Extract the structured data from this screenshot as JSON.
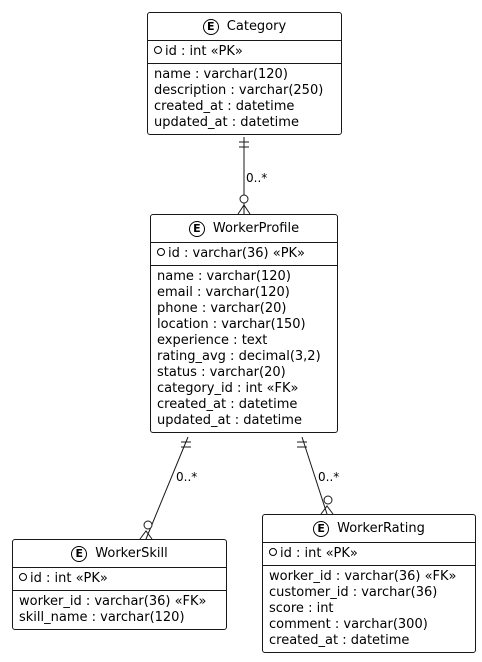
{
  "entities": {
    "category": {
      "badge": "E",
      "name": "Category",
      "pk": "id : int «PK»",
      "fields": [
        "name : varchar(120)",
        "description : varchar(250)",
        "created_at : datetime",
        "updated_at : datetime"
      ]
    },
    "workerprofile": {
      "badge": "E",
      "name": "WorkerProfile",
      "pk": "id : varchar(36) «PK»",
      "fields": [
        "name : varchar(120)",
        "email : varchar(120)",
        "phone : varchar(20)",
        "location : varchar(150)",
        "experience : text",
        "rating_avg : decimal(3,2)",
        "status : varchar(20)",
        "category_id : int «FK»",
        "created_at : datetime",
        "updated_at : datetime"
      ]
    },
    "workerskill": {
      "badge": "E",
      "name": "WorkerSkill",
      "pk": "id : int «PK»",
      "fields": [
        "worker_id : varchar(36) «FK»",
        "skill_name : varchar(120)"
      ]
    },
    "workerrating": {
      "badge": "E",
      "name": "WorkerRating",
      "pk": "id : int «PK»",
      "fields": [
        "worker_id : varchar(36) «FK»",
        "customer_id : varchar(36)",
        "score : int",
        "comment : varchar(300)",
        "created_at : datetime"
      ]
    }
  },
  "relations": {
    "category_workerprofile": "0..*",
    "workerprofile_workerskill": "0..*",
    "workerprofile_workerrating": "0..*"
  }
}
